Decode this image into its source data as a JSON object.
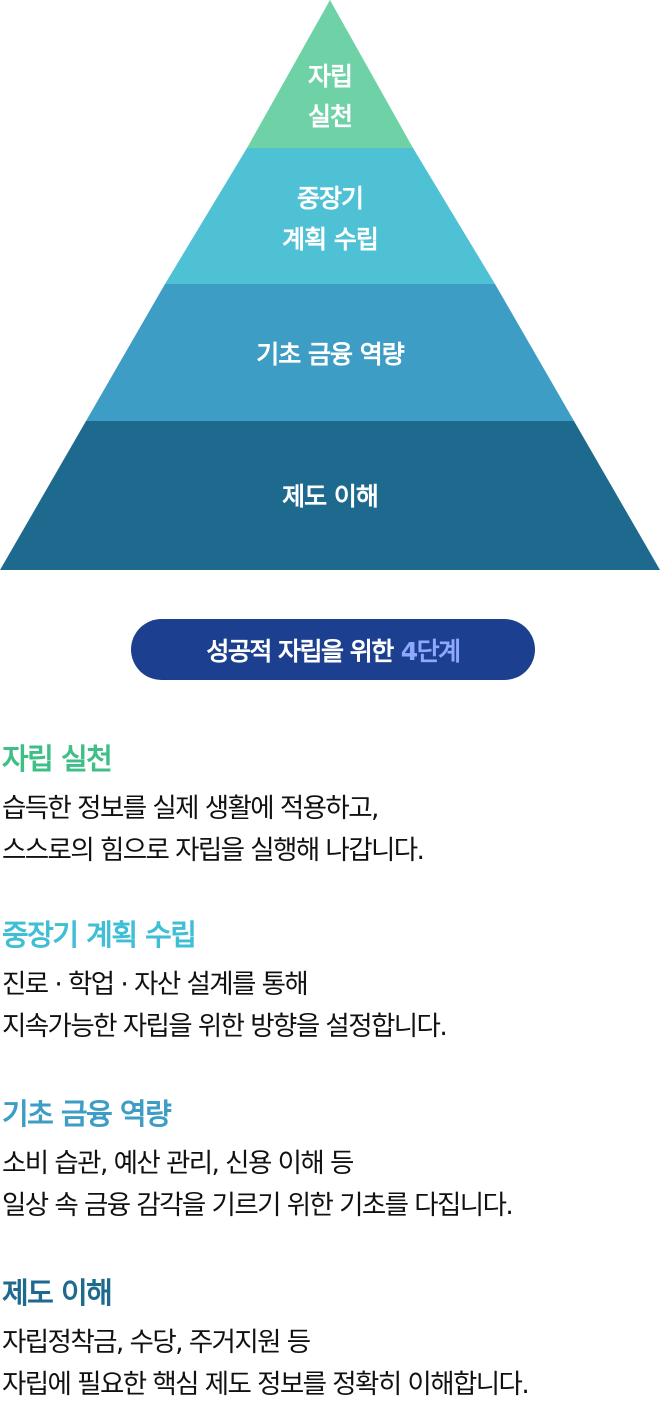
{
  "colors": {
    "tier1": "#6fd2a6",
    "tier2": "#4fc1d5",
    "tier3": "#3e9dc4",
    "tier4": "#1e6a8e",
    "pill_bg": "#1d3f90",
    "pill_accent": "#8fa8ff",
    "heading1": "#3fbf86",
    "heading2": "#3fbfd6",
    "heading3": "#3e9dc4",
    "heading4": "#1e6a8e"
  },
  "pyramid": {
    "tiers": [
      {
        "lines": [
          "자립",
          "실천"
        ]
      },
      {
        "lines": [
          "중장기",
          "계획 수립"
        ]
      },
      {
        "lines": [
          "기초 금융 역량"
        ]
      },
      {
        "lines": [
          "제도 이해"
        ]
      }
    ]
  },
  "pill": {
    "text": "성공적 자립을 위한",
    "accent": "4단계"
  },
  "sections": [
    {
      "title": "자립 실천",
      "line1": "습득한 정보를 실제 생활에 적용하고,",
      "line2": "스스로의 힘으로 자립을 실행해 나갑니다."
    },
    {
      "title": "중장기 계획 수립",
      "line1": "진로 · 학업 · 자산 설계를 통해",
      "line2": "지속가능한 자립을 위한 방향을 설정합니다."
    },
    {
      "title": "기초 금융 역량",
      "line1": "소비 습관, 예산 관리, 신용 이해 등",
      "line2": "일상 속 금융 감각을 기르기 위한 기초를 다집니다."
    },
    {
      "title": "제도 이해",
      "line1": "자립정착금, 수당, 주거지원 등",
      "line2": "자립에 필요한 핵심 제도 정보를 정확히 이해합니다."
    }
  ]
}
